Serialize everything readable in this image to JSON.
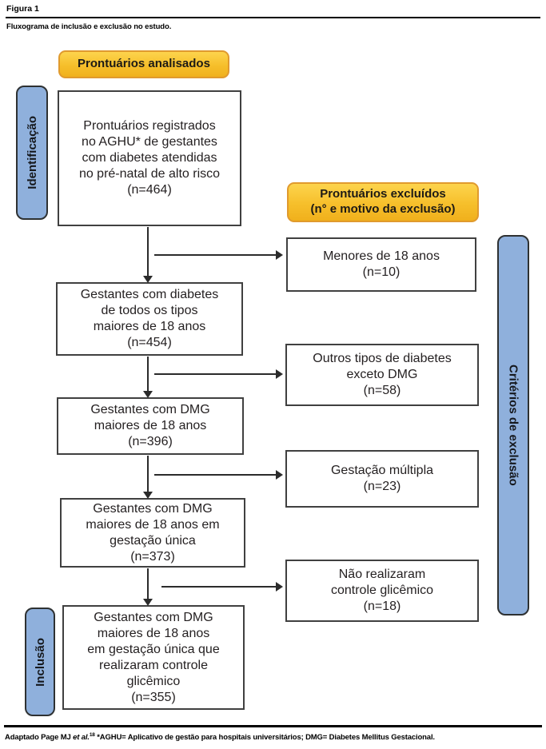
{
  "figure": {
    "label": "Figura 1",
    "caption": "Fluxograma de inclusão e exclusão no estudo."
  },
  "colors": {
    "badge_yellow": "#f6bf2b",
    "badge_border": "#e09a2e",
    "pill_blue": "#8fb0dc",
    "box_border": "#404040",
    "arrow": "#2b2b2b"
  },
  "flow": {
    "analyzed_badge": "Prontuários analisados",
    "excluded_badge": [
      "Prontuários excluídos",
      "(n° e motivo da exclusão)"
    ],
    "side_labels": {
      "identification": "Identificação",
      "inclusion": "Inclusão",
      "exclusion_criteria": "Critérios de exclusão"
    },
    "main_boxes": [
      {
        "text": [
          "Prontuários registrados",
          "no AGHU* de gestantes",
          "com diabetes atendidas",
          "no pré-natal de alto risco",
          "(n=464)"
        ]
      },
      {
        "text": [
          "Gestantes com diabetes",
          "de todos os tipos",
          "maiores de 18 anos",
          "(n=454)"
        ]
      },
      {
        "text": [
          "Gestantes com DMG",
          "maiores de 18 anos",
          "(n=396)"
        ]
      },
      {
        "text": [
          "Gestantes com DMG",
          "maiores de 18 anos em",
          "gestação única",
          "(n=373)"
        ]
      },
      {
        "text": [
          "Gestantes com DMG",
          "maiores de 18 anos",
          "em gestação única que",
          "realizaram controle",
          "glicêmico",
          "(n=355)"
        ]
      }
    ],
    "exclusion_boxes": [
      {
        "text": [
          "Menores de 18 anos",
          "(n=10)"
        ]
      },
      {
        "text": [
          "Outros tipos de diabetes",
          "exceto DMG",
          "(n=58)"
        ]
      },
      {
        "text": [
          "Gestação múltipla",
          "(n=23)"
        ]
      },
      {
        "text": [
          "Não realizaram",
          "controle glicêmico",
          "(n=18)"
        ]
      }
    ]
  },
  "footer": {
    "prefix": "Adaptado Page MJ ",
    "etal": "et al.",
    "ref": "18",
    "rest": " *AGHU= Aplicativo de gestão para hospitais universitários; DMG= Diabetes Mellitus Gestacional."
  }
}
